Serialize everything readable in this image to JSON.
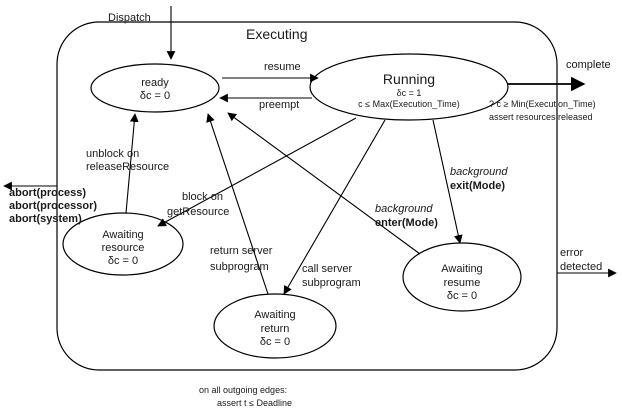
{
  "composite_state": {
    "label": "Executing"
  },
  "states": {
    "ready": {
      "name": "ready",
      "constraint": "δc = 0"
    },
    "running": {
      "name": "Running",
      "constraint1": "δc = 1",
      "constraint2": "c ≤ Max(Execution_Time)"
    },
    "awaiting_resource": {
      "name1": "Awaiting",
      "name2": "resource",
      "constraint": "δc = 0"
    },
    "awaiting_return": {
      "name1": "Awaiting",
      "name2": "return",
      "constraint": "δc = 0"
    },
    "awaiting_resume": {
      "name1": "Awaiting",
      "name2": "resume",
      "constraint": "δc = 0"
    }
  },
  "transitions": {
    "dispatch": "Dispatch",
    "resume": "resume",
    "preempt": "preempt",
    "complete": "complete",
    "complete_guard": "? c ≥ Min(Execution_Time)",
    "complete_action": "assert resources released",
    "unblock1": "unblock on",
    "unblock2": "releaseResource",
    "block1": "block on",
    "block2": "getResource",
    "return_server1": "return server",
    "return_server2": "subprogram",
    "call_server1": "call server",
    "call_server2": "subprogram",
    "bg_exit_label": "background",
    "bg_exit_event": "exit(Mode)",
    "bg_enter_label": "background",
    "bg_enter_event": "enter(Mode)",
    "error1": "error",
    "error2": "detected"
  },
  "aborts": [
    "abort(process)",
    "abort(processor)",
    "abort(system)"
  ],
  "footer": {
    "line1": "on all outgoing edges:",
    "line2": "assert t ≤ Deadline"
  }
}
